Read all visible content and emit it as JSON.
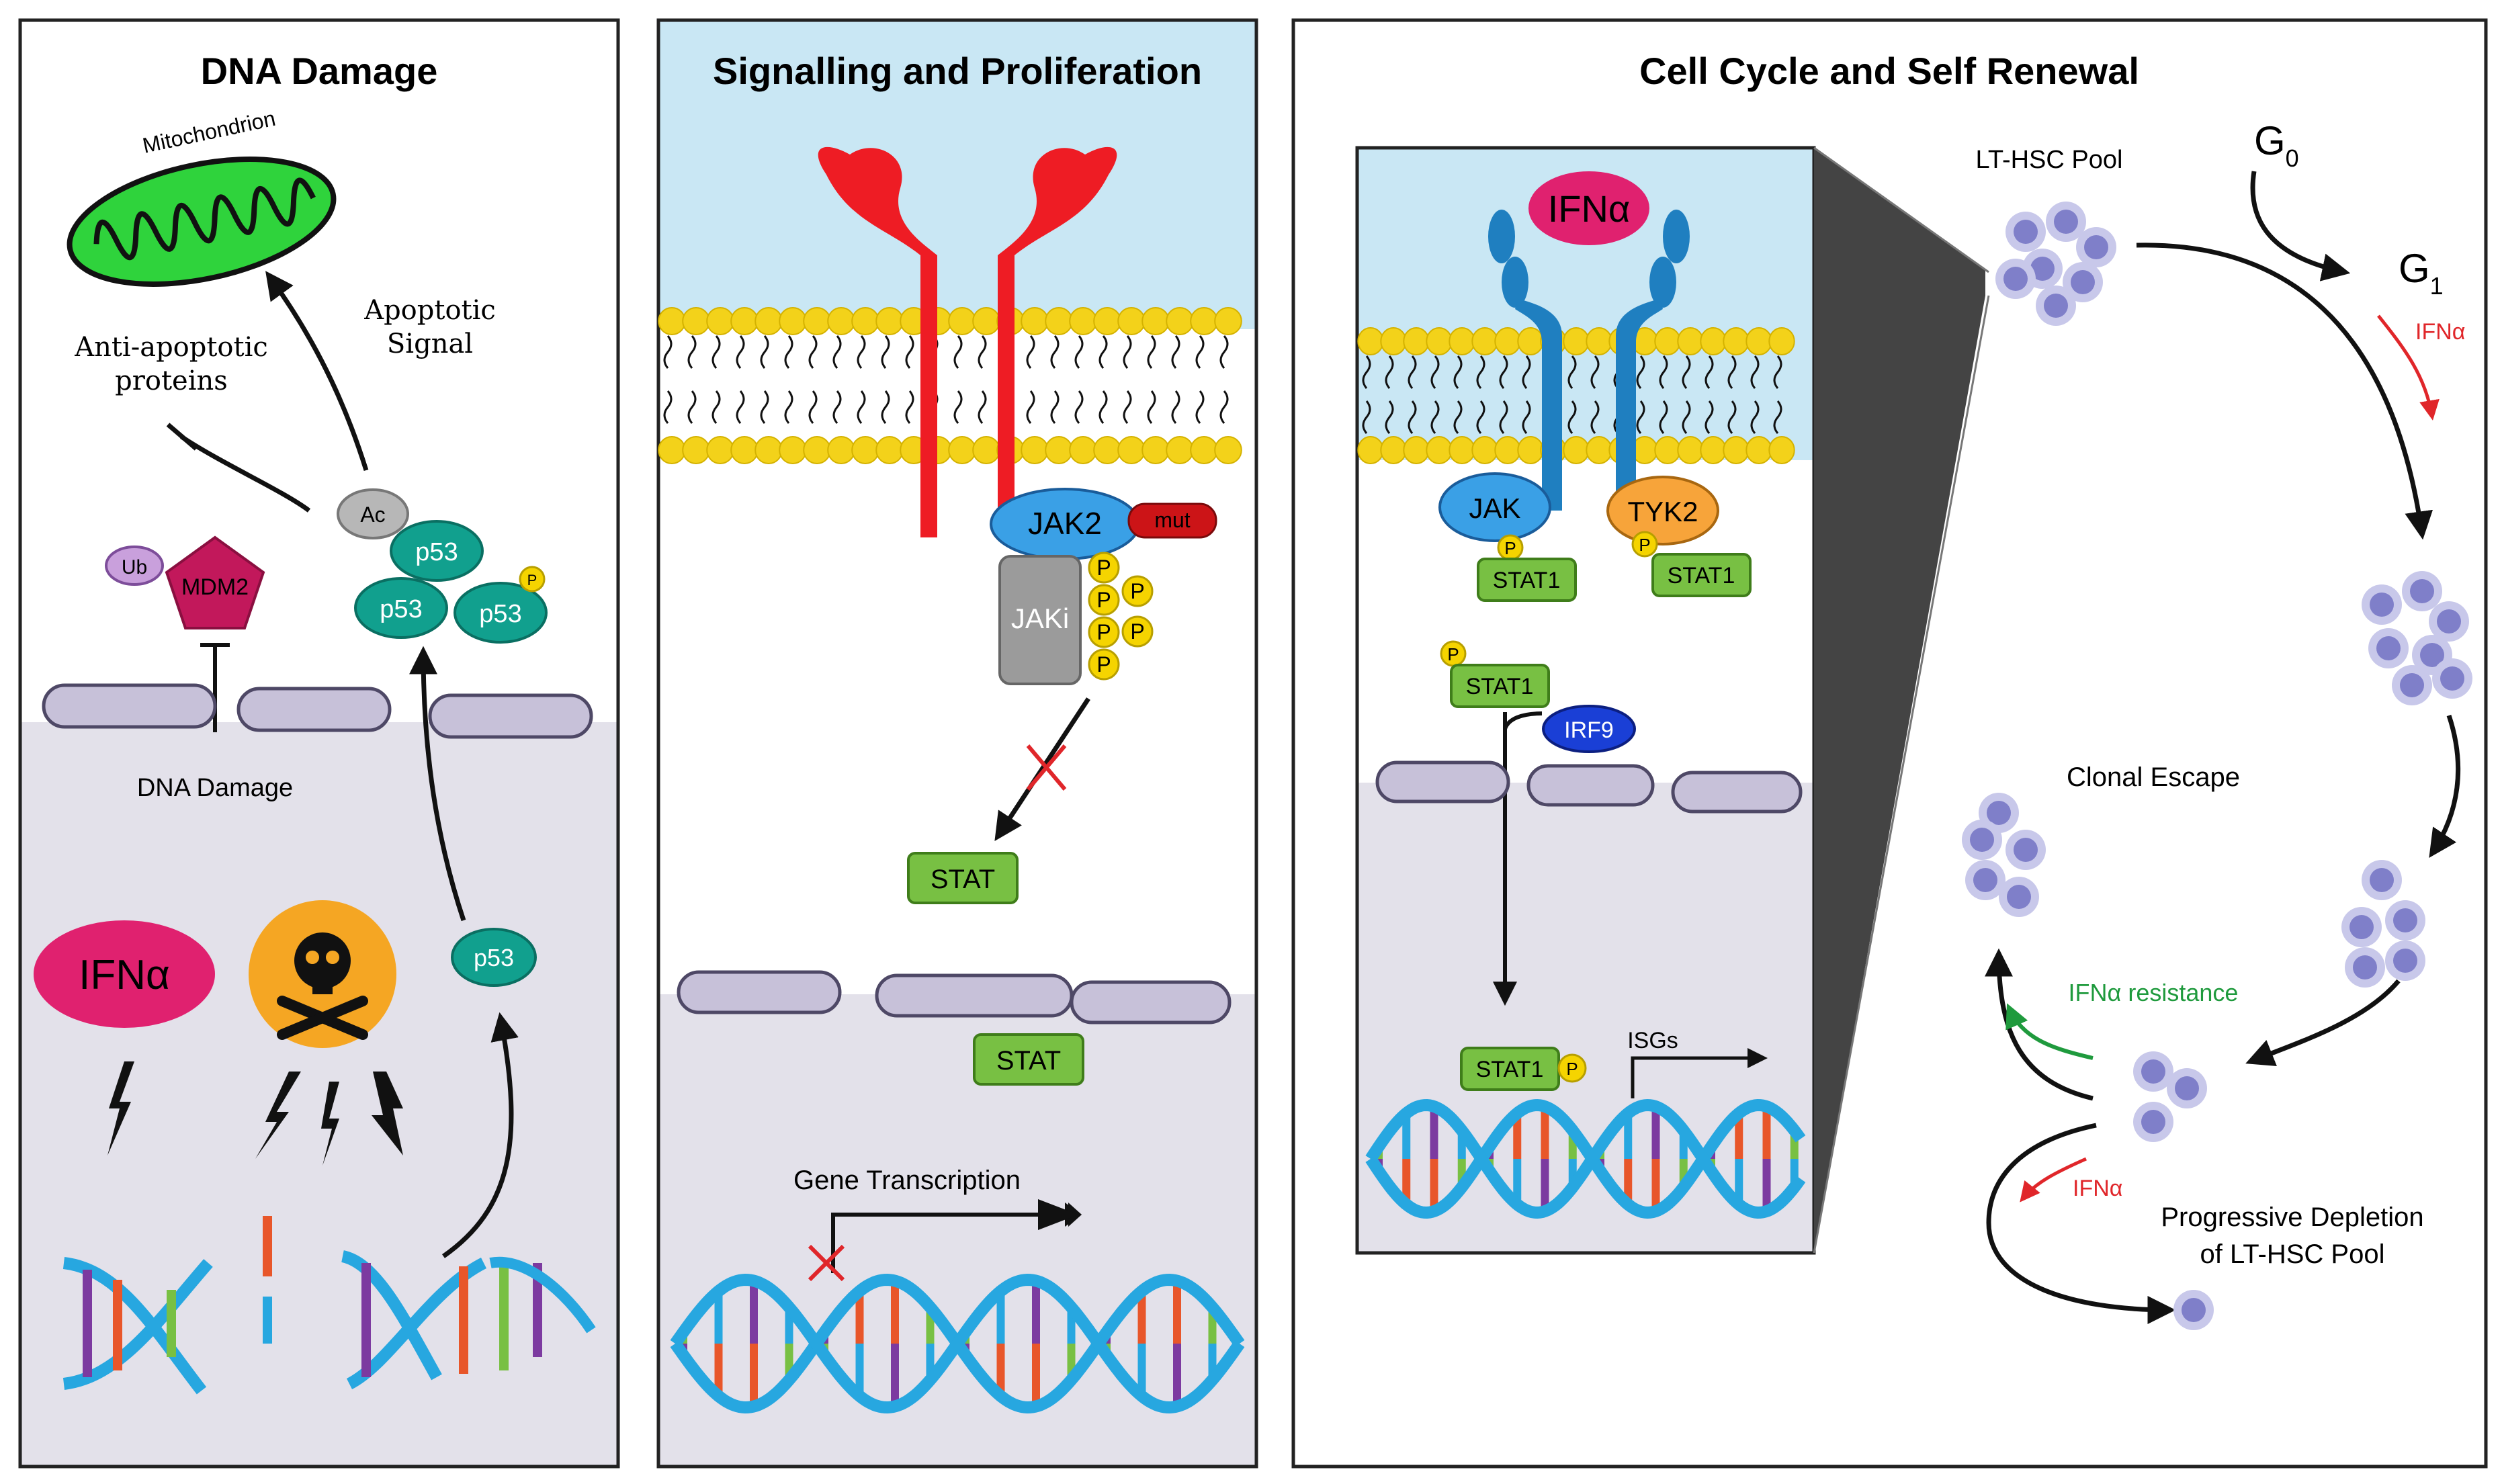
{
  "panels": {
    "dna_damage": {
      "title": "DNA Damage",
      "mitochondrion": "Mitochondrion",
      "apoptotic_signal_1": "Apoptotic",
      "apoptotic_signal_2": "Signal",
      "anti_apoptotic_1": "Anti-apoptotic",
      "anti_apoptotic_2": "proteins",
      "ub": "Ub",
      "mdm2": "MDM2",
      "ac": "Ac",
      "p53": "p53",
      "p": "P",
      "dna_damage_label": "DNA Damage",
      "ifn": "IFNα"
    },
    "signalling": {
      "title": "Signalling and Proliferation",
      "jak2": "JAK2",
      "mut": "mut",
      "jaki": "JAKi",
      "p": "P",
      "stat": "STAT",
      "gene_transcription": "Gene Transcription"
    },
    "cell_cycle": {
      "title": "Cell Cycle and Self Renewal",
      "ifn": "IFNα",
      "jak": "JAK",
      "tyk2": "TYK2",
      "stat1": "STAT1",
      "irf9": "IRF9",
      "isgs": "ISGs",
      "p": "P",
      "lt_hsc_pool": "LT-HSC Pool",
      "g0": "G",
      "g0_sub": "0",
      "g1": "G",
      "g1_sub": "1",
      "ifn_arrow": "IFNα",
      "clonal_escape": "Clonal Escape",
      "ifn_resistance": "IFNα resistance",
      "ifn_depletion": "IFNα",
      "progressive_1": "Progressive Depletion",
      "progressive_2": "of LT-HSC Pool"
    }
  },
  "colors": {
    "panel_border": "#222222",
    "membrane_yellow": "#f3d21a",
    "nucleus_fill": "#e3e1ea",
    "cyto_blue": "#c9e7f4",
    "receptor_red": "#ee1c24",
    "receptor_blue": "#1f7fc0",
    "p53_teal": "#11a08e",
    "mdm2_pink": "#c2185b",
    "ifn_pink": "#e0216f",
    "stat_green": "#78c043",
    "jak_blue": "#3aa0e6",
    "tyk2_orange": "#f7a43a",
    "irf9_blue": "#1a3fd6",
    "cell_purple": "#7f7fc9",
    "cell_halo": "#c8c8ea",
    "dna_blue": "#27a7e0",
    "inhibit_red": "#e0262a",
    "resist_green": "#1f9a3d",
    "skull_orange": "#f5a623"
  }
}
